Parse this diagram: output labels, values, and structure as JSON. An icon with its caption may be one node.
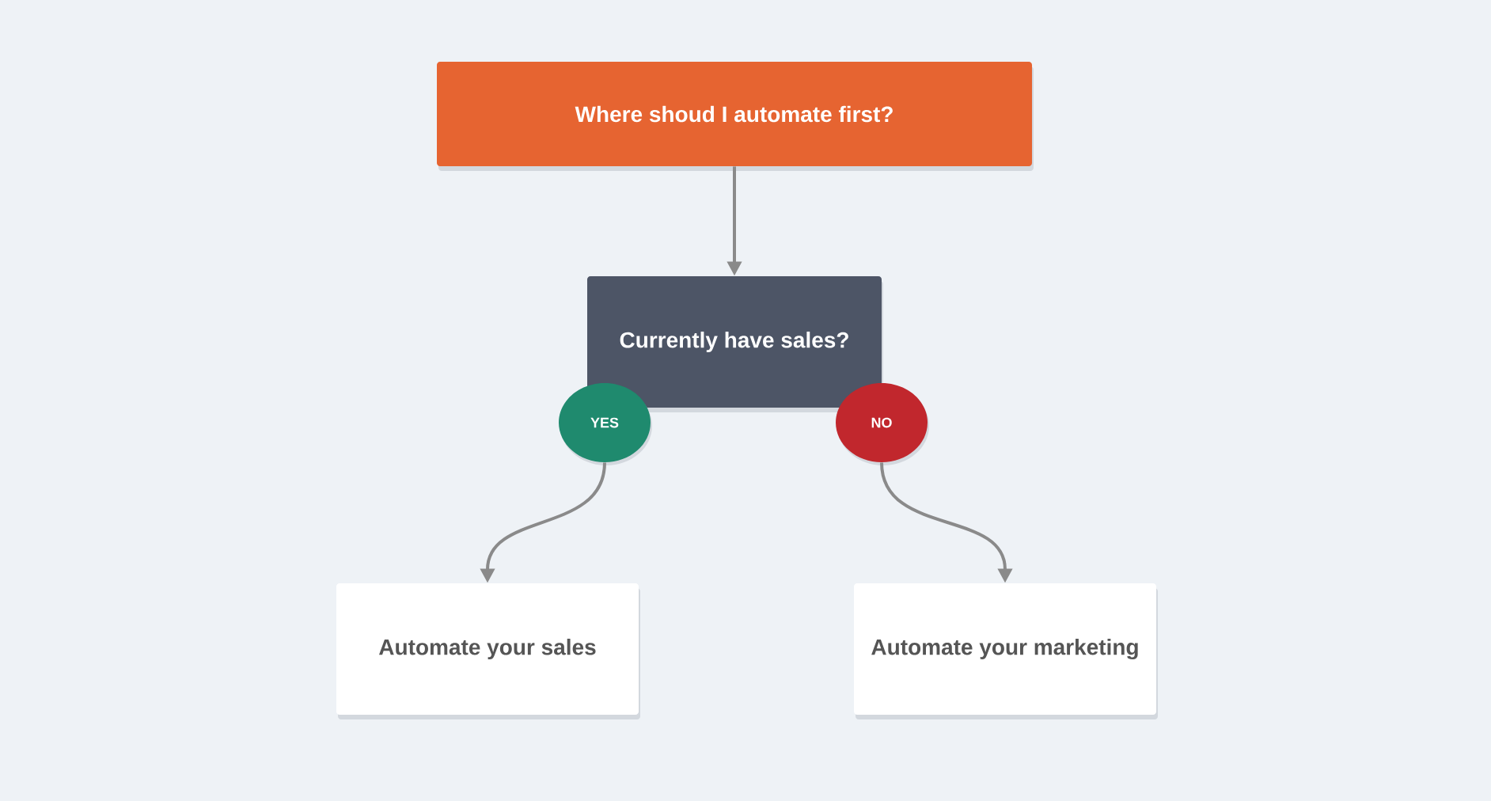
{
  "diagram": {
    "nodes": [
      {
        "text": [
          "Where shoud I automate first?"
        ]
      },
      {
        "text": [
          "Currently have sales?"
        ]
      },
      {
        "text": [
          "YES"
        ]
      },
      {
        "text": [
          "NO"
        ]
      },
      {
        "text": [
          "Automate your sales"
        ]
      },
      {
        "text": [
          "Automate your marketing"
        ]
      }
    ],
    "edges": [
      {
        "from": 0,
        "to": 1,
        "arrow": "to"
      },
      {
        "from": 2,
        "to": 4,
        "arrow": "to"
      },
      {
        "from": 3,
        "to": 5,
        "arrow": "to"
      }
    ]
  }
}
